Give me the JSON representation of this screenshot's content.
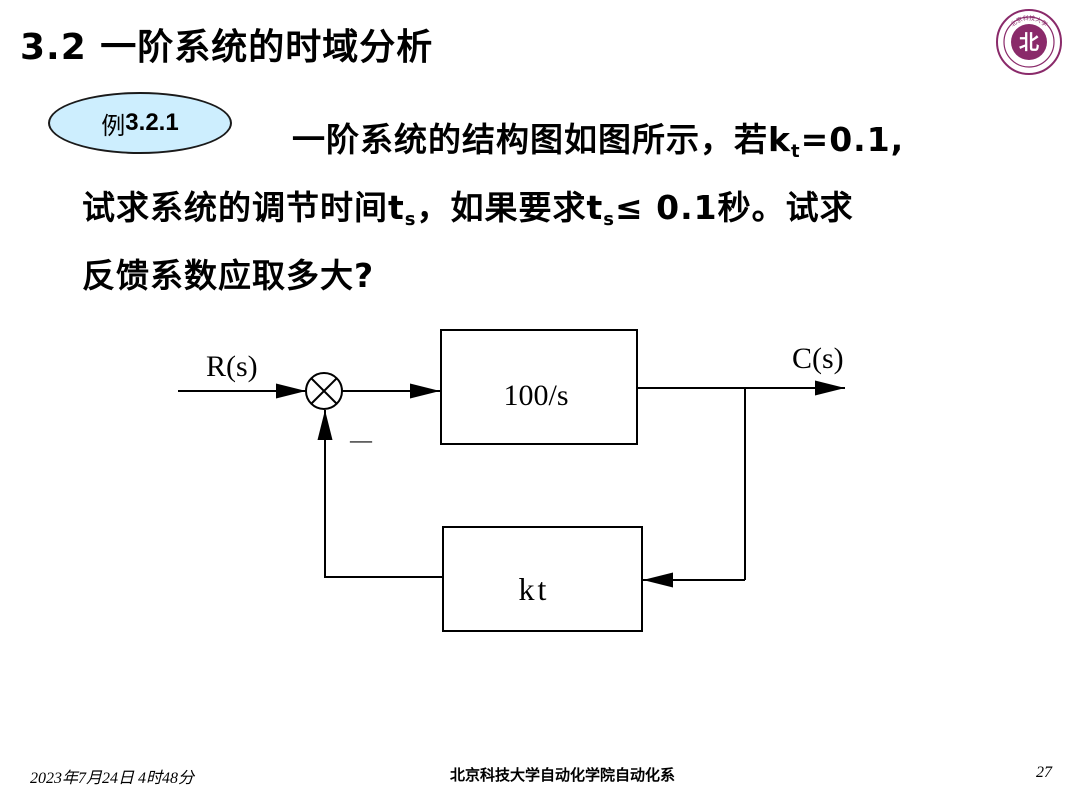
{
  "slide": {
    "title": "3.2 一阶系统的时域分析",
    "logo_text": "北京科技大学",
    "logo_char": "北"
  },
  "example": {
    "badge_prefix": "例",
    "badge_number": "3.2.1",
    "line1_a": "一阶系统的结构图如图所示，若k",
    "line1_sub": "t",
    "line1_b": "=0.1,",
    "line2_a": "试求系统的调节时间t",
    "line2_sub1": "s",
    "line2_b": "，如果要求t",
    "line2_sub2": "s",
    "line2_c": "≤ 0.1秒。试求",
    "line3": "反馈系数应取多大?"
  },
  "diagram": {
    "input_label": "R(s)",
    "output_label": "C(s)",
    "forward_block": "100/s",
    "feedback_block": "kt",
    "minus_sign": "—"
  },
  "footer": {
    "date": "2023年7月24日 4时48分",
    "school": "北京科技大学自动化学院自动化系",
    "page": "27"
  },
  "colors": {
    "badge_fill": "#cdeefe",
    "logo_color": "#8a2a6a"
  }
}
